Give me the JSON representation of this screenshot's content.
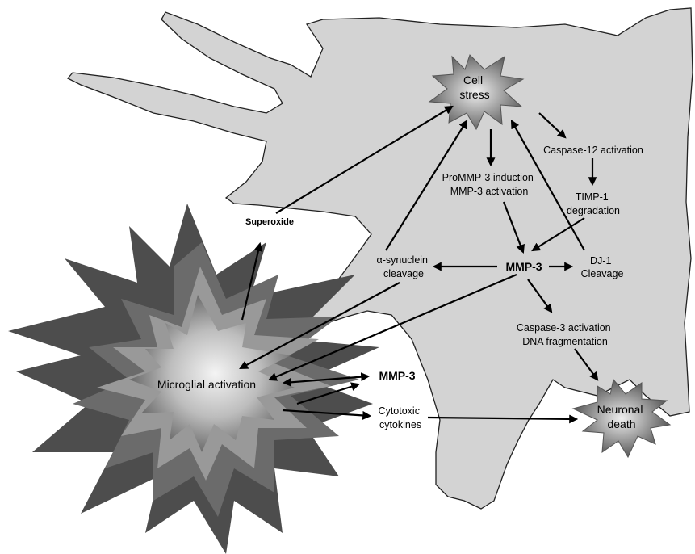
{
  "labels": {
    "cell_stress": [
      "Cell",
      "stress"
    ],
    "caspase12": "Caspase-12 activation",
    "timp1": [
      "TIMP-1",
      "degradation"
    ],
    "prommp3": [
      "ProMMP-3 induction",
      "MMP-3 activation"
    ],
    "mmp3_center": "MMP-3",
    "dj1": [
      "DJ-1",
      "Cleavage"
    ],
    "synuclein": [
      "α-synuclein",
      "cleavage"
    ],
    "superoxide": "Superoxide",
    "caspase3": [
      "Caspase-3 activation",
      "DNA fragmentation"
    ],
    "microglial": "Microglial activation",
    "mmp3_micro": "MMP-3",
    "cytotoxic": [
      "Cytotoxic",
      "cytokines"
    ],
    "neuronal_death": [
      "Neuronal",
      "death"
    ]
  },
  "colors": {
    "neuron_fill": "#d3d3d3",
    "neuron_stroke": "#222222",
    "star_dark": "#3a3a3a",
    "star_light": "#e6e6e6"
  }
}
